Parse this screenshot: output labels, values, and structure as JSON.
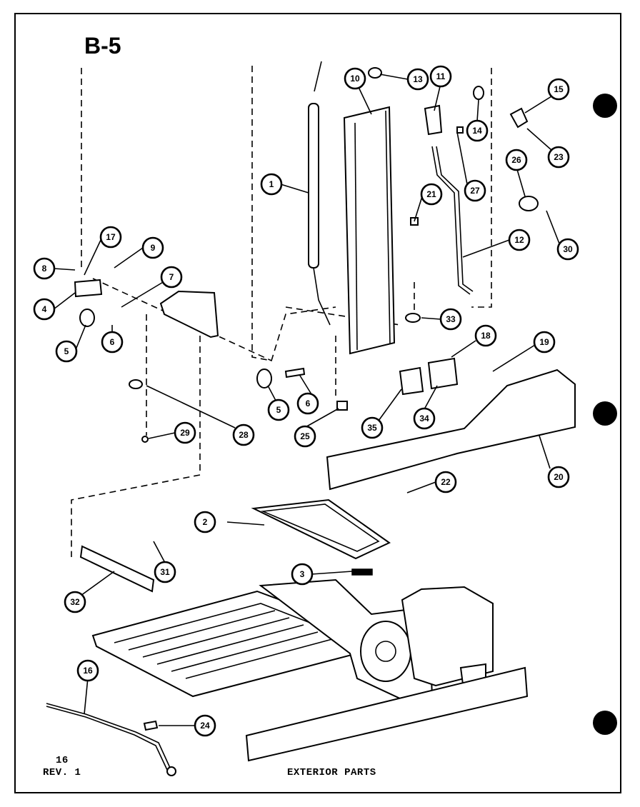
{
  "page_code": "B-5",
  "page_number": "16",
  "revision": "REV. 1",
  "caption": "EXTERIOR PARTS",
  "callouts": [
    {
      "label": "1"
    },
    {
      "label": "2"
    },
    {
      "label": "3"
    },
    {
      "label": "4"
    },
    {
      "label": "5"
    },
    {
      "label": "5"
    },
    {
      "label": "6"
    },
    {
      "label": "6"
    },
    {
      "label": "7"
    },
    {
      "label": "8"
    },
    {
      "label": "9"
    },
    {
      "label": "10"
    },
    {
      "label": "11"
    },
    {
      "label": "12"
    },
    {
      "label": "13"
    },
    {
      "label": "14"
    },
    {
      "label": "15"
    },
    {
      "label": "16"
    },
    {
      "label": "17"
    },
    {
      "label": "18"
    },
    {
      "label": "19"
    },
    {
      "label": "20"
    },
    {
      "label": "21"
    },
    {
      "label": "22"
    },
    {
      "label": "23"
    },
    {
      "label": "24"
    },
    {
      "label": "25"
    },
    {
      "label": "26"
    },
    {
      "label": "27"
    },
    {
      "label": "28"
    },
    {
      "label": "29"
    },
    {
      "label": "30"
    },
    {
      "label": "31"
    },
    {
      "label": "32"
    },
    {
      "label": "33"
    },
    {
      "label": "34"
    },
    {
      "label": "35"
    }
  ]
}
